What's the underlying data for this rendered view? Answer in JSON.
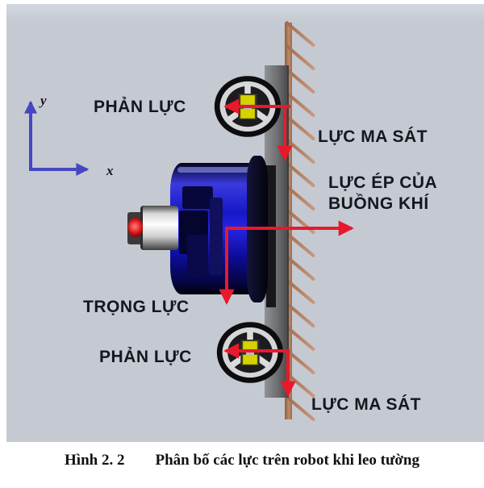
{
  "labels": {
    "reaction_top": "PHẢN LỰC",
    "friction_top": "LỰC MA SÁT",
    "pressure_line1": "LỰC ÉP CỦA",
    "pressure_line2": "BUỒNG KHÍ",
    "gravity": "TRỌNG LỰC",
    "reaction_bottom": "PHẢN LỰC",
    "friction_bottom": "LỰC MA SÁT"
  },
  "axes": {
    "x_label": "x",
    "y_label": "y"
  },
  "caption": {
    "number": "Hình 2. 2",
    "text": "Phân bố các lực trên robot khi leo tường"
  },
  "colors": {
    "panel_bg": "#c5c9d2",
    "arrow_red": "#e8192b",
    "axis_blue": "#4646c4",
    "wall_brown": "#a9714f",
    "hatch_brown": "#b5825f",
    "robot_blue": "#1717c8",
    "wheel_yellow": "#d6d200",
    "text_dark": "#16161f"
  }
}
